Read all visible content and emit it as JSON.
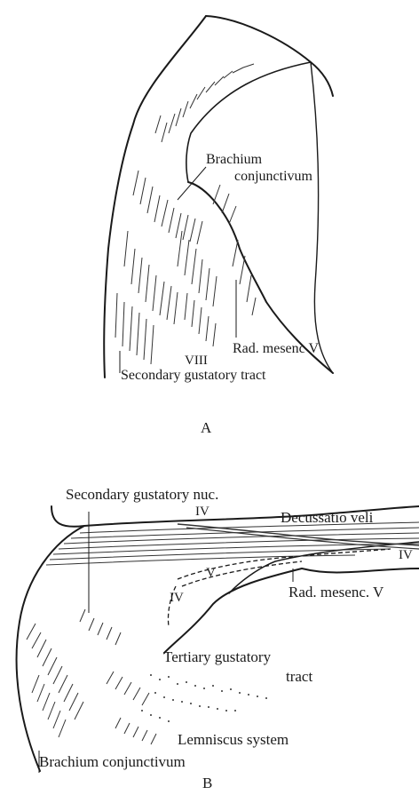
{
  "figure_a": {
    "labels": {
      "brachium": "Brachium",
      "conjunctivum": "conjunctivum",
      "rad_mesenc": "Rad. mesenc V",
      "viii": "VIII",
      "secondary_gustatory_tract": "Secondary gustatory tract"
    },
    "panel_letter": "A"
  },
  "figure_b": {
    "labels": {
      "secondary_gustatory_nuc": "Secondary gustatory nuc.",
      "iv_top": "IV",
      "decussatio_veli": "Decussatio veli",
      "iv_right": "IV",
      "v": "V",
      "iv_left": "IV",
      "rad_mesenc": "Rad. mesenc. V",
      "tertiary_gustatory": "Tertiary gustatory",
      "tract": "tract",
      "lemniscus_system": "Lemniscus system",
      "brachium_conjunctivum": "Brachium conjunctivum"
    },
    "panel_letter": "B"
  },
  "colors": {
    "ink": "#1a1a1a",
    "background": "#ffffff"
  }
}
